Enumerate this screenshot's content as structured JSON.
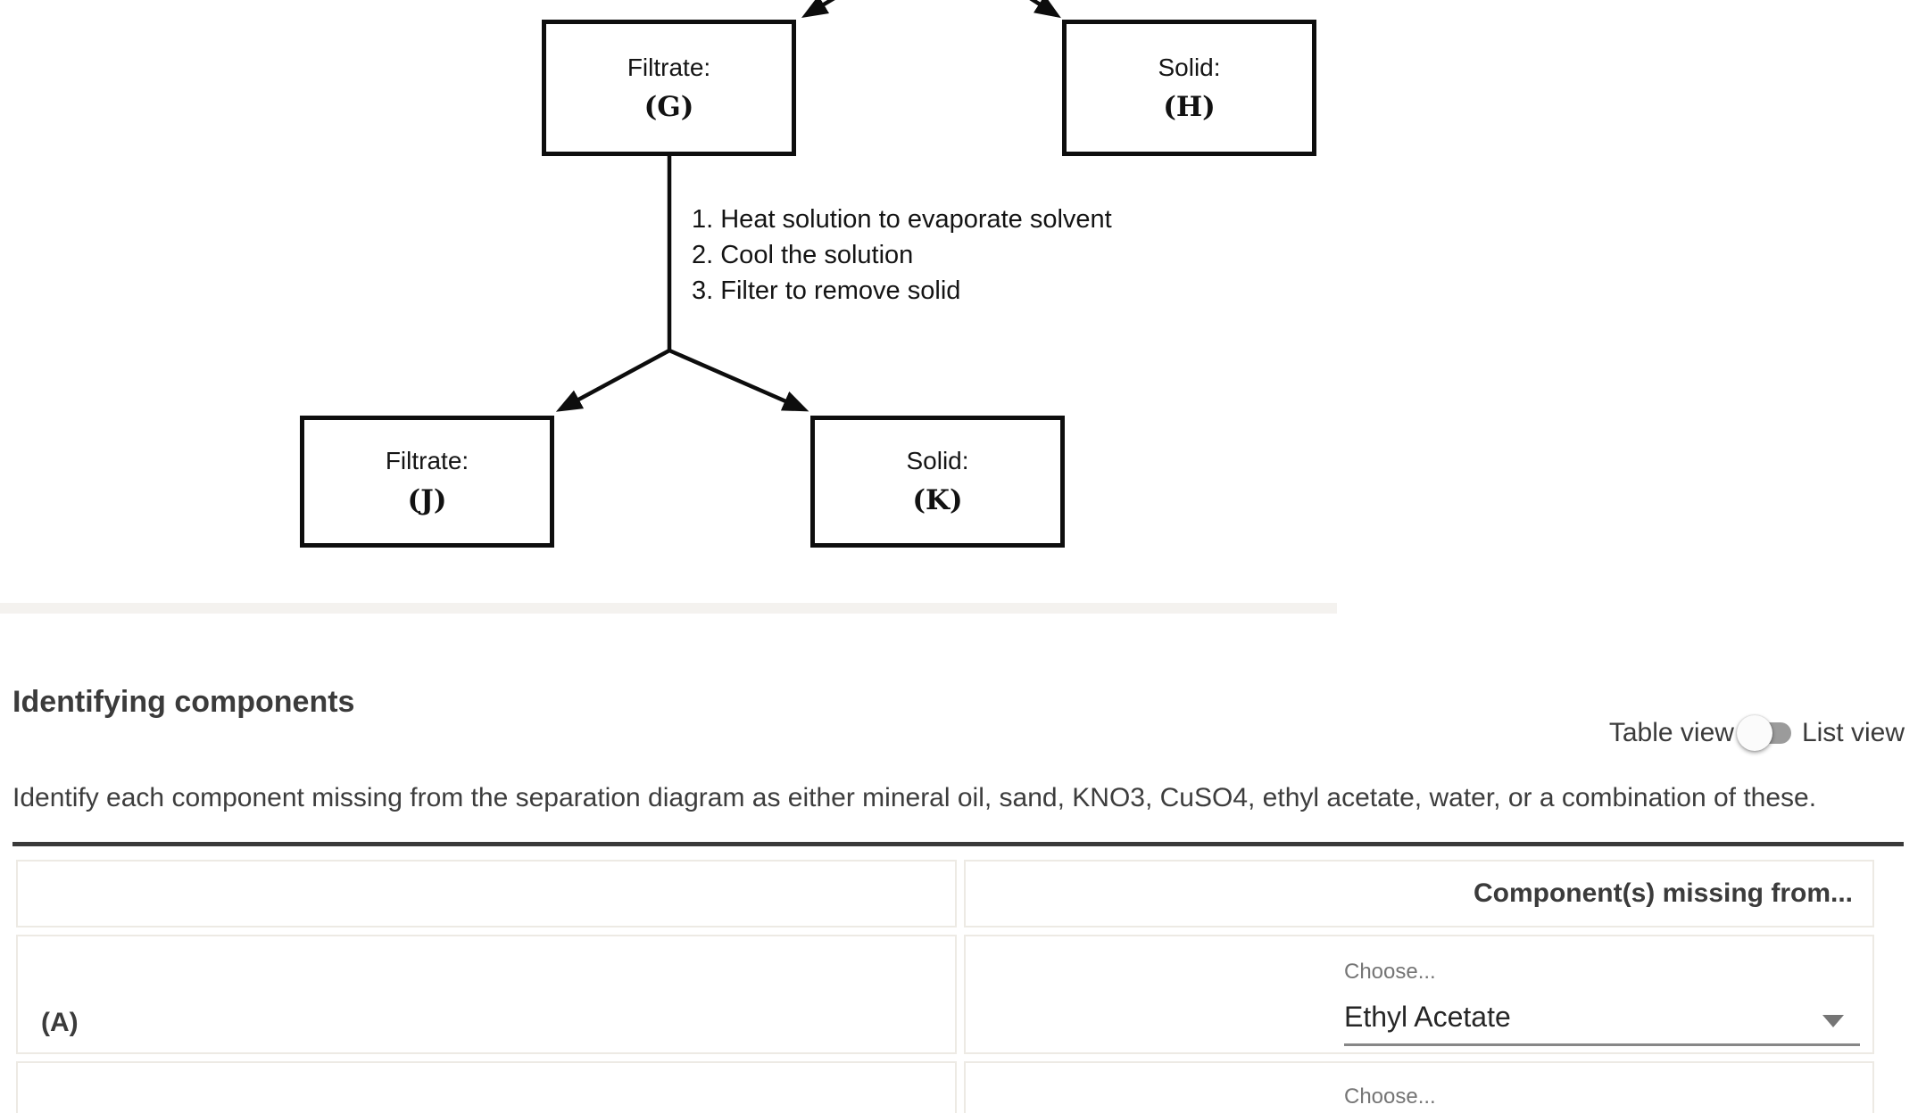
{
  "diagram": {
    "boxes": [
      {
        "label": "Filtrate:",
        "letter": "(G)"
      },
      {
        "label": "Solid:",
        "letter": "(H)"
      },
      {
        "label": "Filtrate:",
        "letter": "(J)"
      },
      {
        "label": "Solid:",
        "letter": "(K)"
      }
    ],
    "steps": [
      "1. Heat solution to evaporate solvent",
      "2. Cool the solution",
      "3. Filter to remove solid"
    ]
  },
  "section": {
    "heading": "Identifying components",
    "toggle": {
      "left": "Table view",
      "right": "List view",
      "state": "off"
    },
    "instructions": "Identify each component missing from the separation diagram as either mineral oil, sand, KNO3, CuSO4, ethyl acetate, water, or a combination of these."
  },
  "table": {
    "header": "Component(s) missing from...",
    "rows": [
      {
        "label": "(A)",
        "dropdown": {
          "label": "Choose...",
          "value": "Ethyl Acetate"
        }
      },
      {
        "label": "",
        "dropdown": {
          "label": "Choose...",
          "value": ""
        }
      }
    ]
  },
  "colors": {
    "rule_dark": "#3a3a3a",
    "table_border": "#edeae4",
    "text_primary": "#3b3b3b",
    "muted_gray": "#757575",
    "toggle_track": "#9b9b9b",
    "diagram_ink": "#0e0e0e"
  }
}
